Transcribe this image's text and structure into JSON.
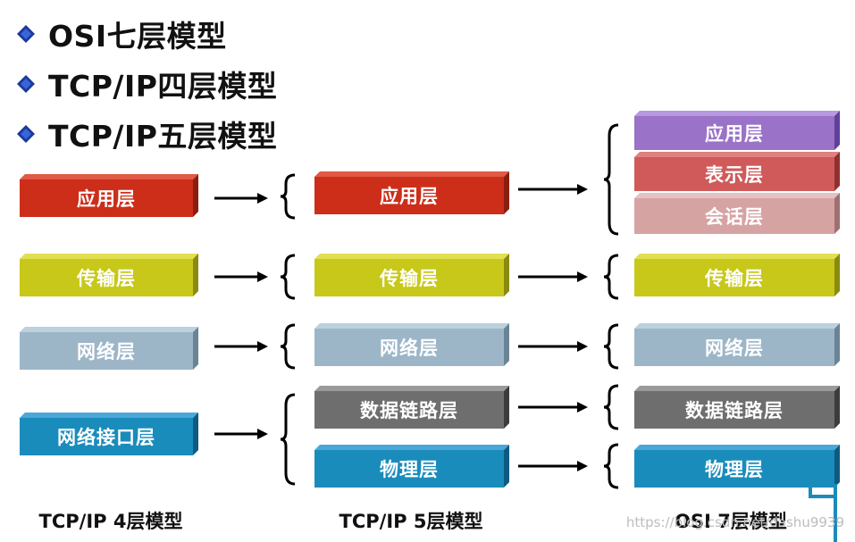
{
  "bullets": [
    {
      "text": "OSI七层模型"
    },
    {
      "text": "TCP/IP四层模型"
    },
    {
      "text": "TCP/IP五层模型"
    }
  ],
  "colors": {
    "application": "#cc2e1a",
    "transport": "#c8c81a",
    "network": "#9cb6c8",
    "link": "#1a8cbc",
    "datalink": "#6e6e6e",
    "physical": "#1a8cbc",
    "presentation": "#d05a5a",
    "session": "#d6a3a3",
    "application7": "#9a72c8",
    "bullet": "#1a3a9c"
  },
  "col4": {
    "label": "TCP/IP 4层模型",
    "layers": [
      "应用层",
      "传输层",
      "网络层",
      "网络接口层"
    ]
  },
  "col5": {
    "label": "TCP/IP 5层模型",
    "layers": [
      "应用层",
      "传输层",
      "网络层",
      "数据链路层",
      "物理层"
    ]
  },
  "col7": {
    "label": "OSI 7层模型",
    "layers": [
      "应用层",
      "表示层",
      "会话层",
      "传输层",
      "网络层",
      "数据链路层",
      "物理层"
    ]
  },
  "watermark": "https://blog.csdn.net/dashu9939"
}
